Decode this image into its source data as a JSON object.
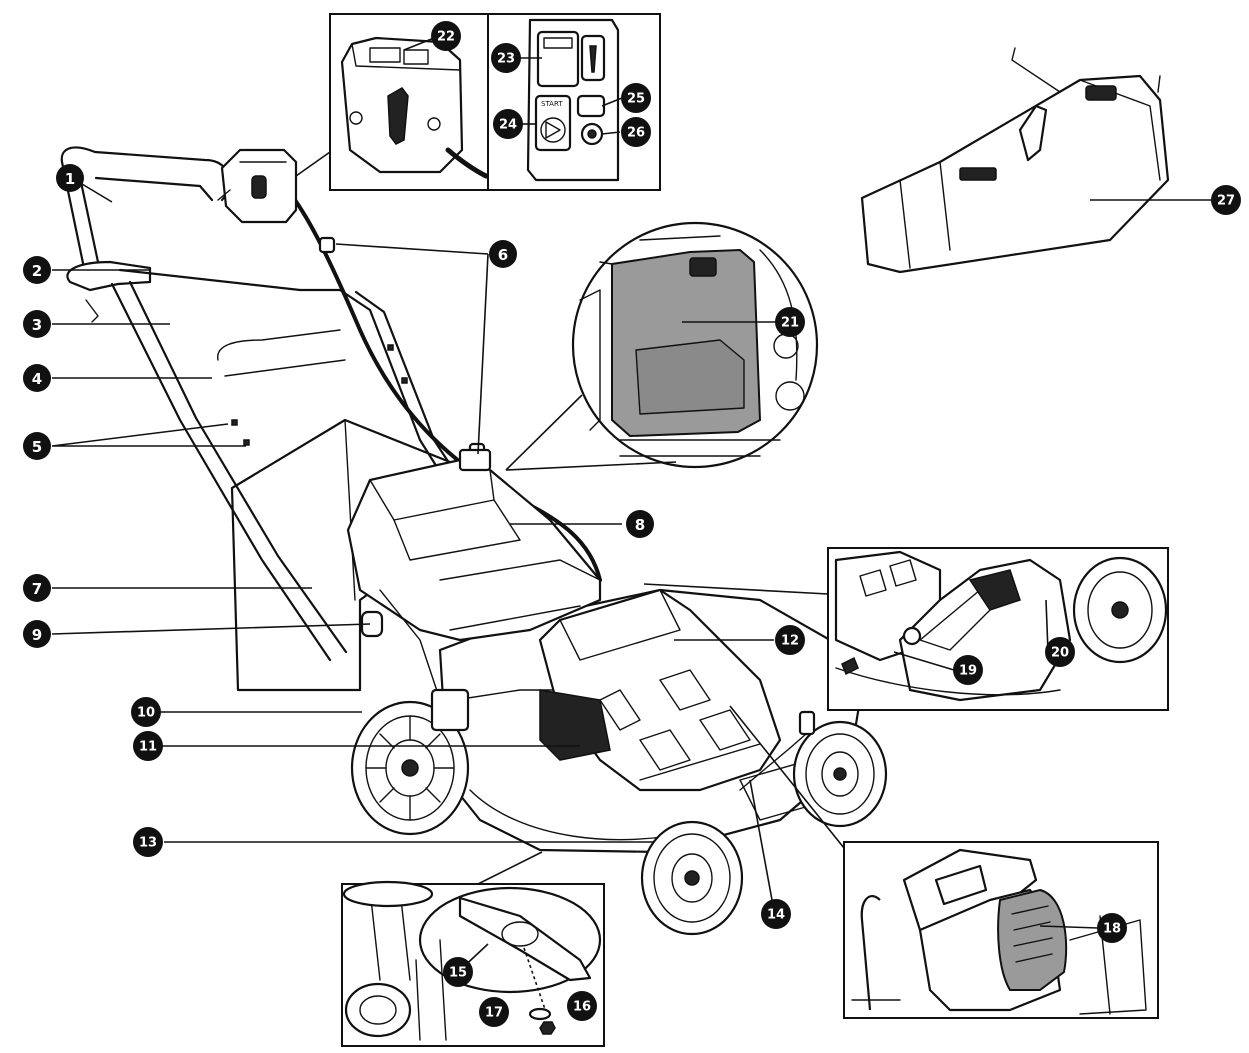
{
  "callouts": [
    {
      "id": "1",
      "label": "1"
    },
    {
      "id": "2",
      "label": "2"
    },
    {
      "id": "3",
      "label": "3"
    },
    {
      "id": "4",
      "label": "4"
    },
    {
      "id": "5",
      "label": "5"
    },
    {
      "id": "6",
      "label": "6"
    },
    {
      "id": "7",
      "label": "7"
    },
    {
      "id": "8",
      "label": "8"
    },
    {
      "id": "9",
      "label": "9"
    },
    {
      "id": "10",
      "label": "10"
    },
    {
      "id": "11",
      "label": "11"
    },
    {
      "id": "12",
      "label": "12"
    },
    {
      "id": "13",
      "label": "13"
    },
    {
      "id": "14",
      "label": "14"
    },
    {
      "id": "15",
      "label": "15"
    },
    {
      "id": "16",
      "label": "16"
    },
    {
      "id": "17",
      "label": "17"
    },
    {
      "id": "18",
      "label": "18"
    },
    {
      "id": "19",
      "label": "19"
    },
    {
      "id": "20",
      "label": "20"
    },
    {
      "id": "21",
      "label": "21"
    },
    {
      "id": "22",
      "label": "22"
    },
    {
      "id": "23",
      "label": "23"
    },
    {
      "id": "24",
      "label": "24"
    },
    {
      "id": "25",
      "label": "25"
    },
    {
      "id": "26",
      "label": "26"
    },
    {
      "id": "27",
      "label": "27"
    }
  ],
  "panel_text": {
    "start_button": "START"
  },
  "colors": {
    "line": "#111111",
    "badge": "#111111",
    "cover_fill": "#9a9a9a"
  }
}
